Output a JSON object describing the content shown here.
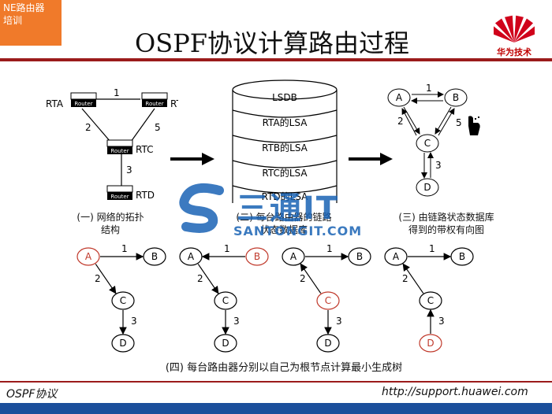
{
  "slide": {
    "corner_label": [
      "NE路由器",
      "培训"
    ],
    "title": "OSPF协议计算路由过程",
    "logo_text": "华为技术",
    "footer_left": "OSPF协议",
    "footer_right": "http://support.huawei.com"
  },
  "topology": {
    "router_names": [
      "RTA",
      "RTB",
      "RTC",
      "RTD"
    ],
    "router_type_label": "Router",
    "link_costs": [
      "1",
      "2",
      "5",
      "3"
    ],
    "caption": [
      "(一) 网络的拓扑",
      "结构"
    ]
  },
  "lsdb": {
    "rows": [
      "LSDB",
      "RTA的LSA",
      "RTB的LSA",
      "RTC的LSA",
      "RTD的LSA"
    ],
    "caption": [
      "(二) 每台路由器的链路",
      "状态数据库"
    ]
  },
  "graph": {
    "nodes": [
      "A",
      "B",
      "C",
      "D"
    ],
    "costs": [
      "1",
      "2",
      "5",
      "3"
    ],
    "caption": [
      "(三) 由链路状态数据库",
      "得到的带权有向图"
    ]
  },
  "spf": {
    "trees": [
      {
        "root": "A",
        "nodes": [
          "A",
          "B",
          "C",
          "D"
        ],
        "costs": [
          "1",
          "2",
          "3"
        ]
      },
      {
        "root": "B",
        "nodes": [
          "A",
          "B",
          "C",
          "D"
        ],
        "costs": [
          "1",
          "2",
          "3"
        ]
      },
      {
        "root": "C",
        "nodes": [
          "A",
          "B",
          "C",
          "D"
        ],
        "costs": [
          "1",
          "2",
          "3"
        ]
      },
      {
        "root": "D",
        "nodes": [
          "A",
          "B",
          "C",
          "D"
        ],
        "costs": [
          "1",
          "2",
          "3"
        ]
      }
    ],
    "caption": "(四) 每台路由器分别以自己为根节点计算最小生成树"
  },
  "watermark": {
    "text": "三通IT",
    "url": "SANTONGIT.COM"
  },
  "colors": {
    "accent_red": "#c0392b",
    "line_dark_red": "#9b1b1b",
    "corner_orange": "#f07a2a",
    "watermark_blue": "#1a63b5"
  }
}
